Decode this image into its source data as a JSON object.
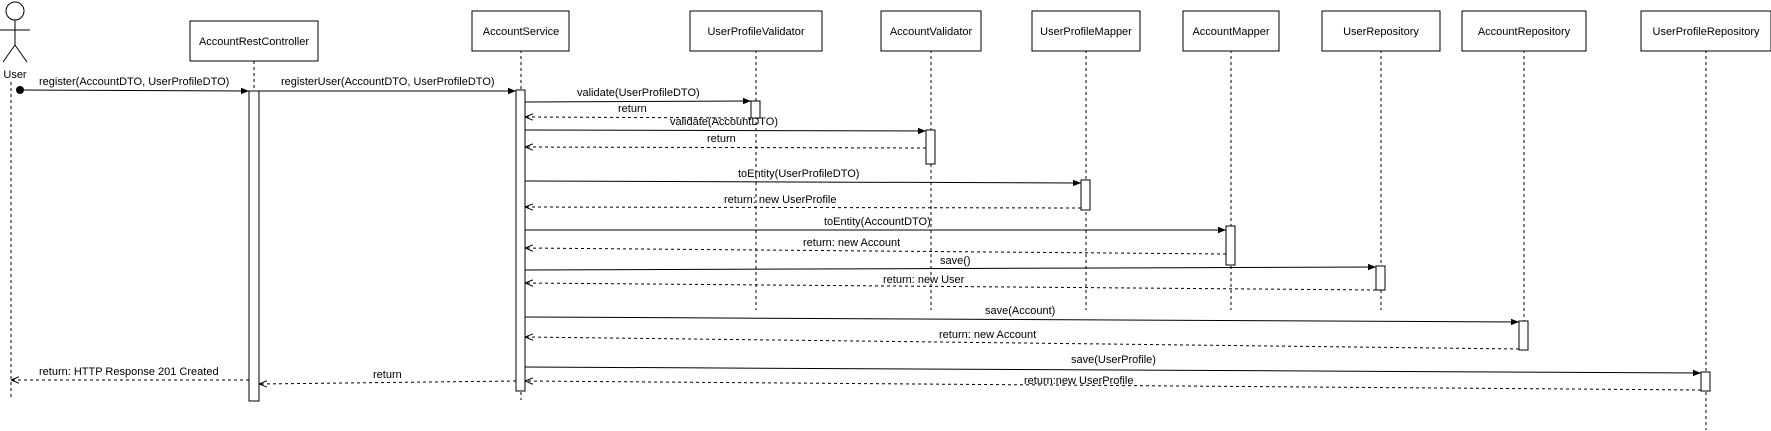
{
  "actor": {
    "name": "User"
  },
  "participants": [
    {
      "id": "rest",
      "label": "AccountRestController"
    },
    {
      "id": "svc",
      "label": "AccountService"
    },
    {
      "id": "upv",
      "label": "UserProfileValidator"
    },
    {
      "id": "av",
      "label": "AccountValidator"
    },
    {
      "id": "upm",
      "label": "UserProfileMapper"
    },
    {
      "id": "am",
      "label": "AccountMapper"
    },
    {
      "id": "ur",
      "label": "UserRepository"
    },
    {
      "id": "ar",
      "label": "AccountRepository"
    },
    {
      "id": "upr",
      "label": "UserProfileRepository"
    }
  ],
  "messages": [
    {
      "from": "user",
      "to": "rest",
      "label": "register(AccountDTO, UserProfileDTO)",
      "kind": "call"
    },
    {
      "from": "rest",
      "to": "svc",
      "label": "registerUser(AccountDTO, UserProfileDTO)",
      "kind": "call"
    },
    {
      "from": "svc",
      "to": "upv",
      "label": "validate(UserProfileDTO)",
      "kind": "call"
    },
    {
      "from": "upv",
      "to": "svc",
      "label": "return",
      "kind": "return"
    },
    {
      "from": "svc",
      "to": "av",
      "label": "validate(AccountDTO)",
      "kind": "call"
    },
    {
      "from": "av",
      "to": "svc",
      "label": "return",
      "kind": "return"
    },
    {
      "from": "svc",
      "to": "upm",
      "label": "toEntity(UserProfileDTO)",
      "kind": "call"
    },
    {
      "from": "upm",
      "to": "svc",
      "label": "return: new UserProfile",
      "kind": "return"
    },
    {
      "from": "svc",
      "to": "am",
      "label": "toEntity(AccountDTO)",
      "kind": "call"
    },
    {
      "from": "am",
      "to": "svc",
      "label": "return: new Account",
      "kind": "return"
    },
    {
      "from": "svc",
      "to": "ur",
      "label": "save()",
      "kind": "call"
    },
    {
      "from": "ur",
      "to": "svc",
      "label": "return: new User",
      "kind": "return"
    },
    {
      "from": "svc",
      "to": "ar",
      "label": "save(Account)",
      "kind": "call"
    },
    {
      "from": "ar",
      "to": "svc",
      "label": "return: new Account",
      "kind": "return"
    },
    {
      "from": "svc",
      "to": "upr",
      "label": "save(UserProfile)",
      "kind": "call"
    },
    {
      "from": "upr",
      "to": "svc",
      "label": "return:new UserProfile",
      "kind": "return"
    },
    {
      "from": "svc",
      "to": "rest",
      "label": "return",
      "kind": "return"
    },
    {
      "from": "rest",
      "to": "user",
      "label": "return: HTTP Response 201 Created",
      "kind": "return"
    }
  ]
}
